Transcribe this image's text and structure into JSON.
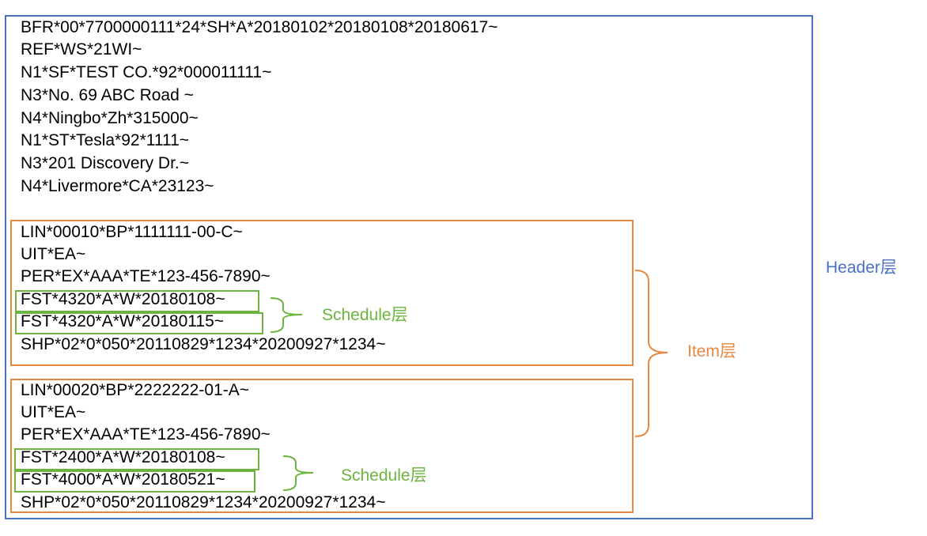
{
  "header_segments": [
    "BFR*00*7700000111*24*SH*A*20180102*20180108*20180617~",
    "REF*WS*21WI~",
    "N1*SF*TEST CO.*92*000011111~",
    "N3*No. 69 ABC Road ~",
    "N4*Ningbo*Zh*315000~",
    "N1*ST*Tesla*92*1111~",
    "N3*201 Discovery Dr.~",
    "N4*Livermore*CA*23123~"
  ],
  "items": [
    {
      "segments": [
        "LIN*00010*BP*1111111-00-C~",
        "UIT*EA~",
        "PER*EX*AAA*TE*123-456-7890~"
      ],
      "schedules": [
        "FST*4320*A*W*20180108~",
        "FST*4320*A*W*20180115~"
      ],
      "ship": "SHP*02*0*050*20110829*1234*20200927*1234~"
    },
    {
      "segments": [
        "LIN*00020*BP*2222222-01-A~",
        "UIT*EA~",
        "PER*EX*AAA*TE*123-456-7890~"
      ],
      "schedules": [
        "FST*2400*A*W*20180108~",
        "FST*4000*A*W*20180521~"
      ],
      "ship": "SHP*02*0*050*20110829*1234*20200927*1234~"
    }
  ],
  "labels": {
    "header": "Header层",
    "item": "Item层",
    "schedule_1": "Schedule层",
    "schedule_2": "Schedule层"
  },
  "colors": {
    "header": "#4a72c2",
    "item": "#e8893f",
    "schedule": "#6cb43e"
  }
}
